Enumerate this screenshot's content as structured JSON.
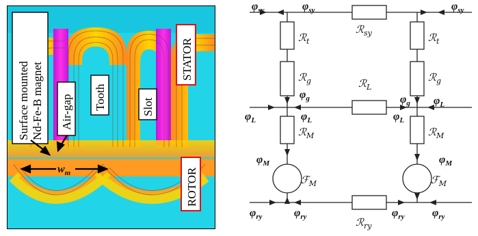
{
  "left_panel": {
    "labels": {
      "magnet": "Surface mounted Nd-Fe-B magnet",
      "airgap": "Air-gap",
      "tooth": "Tooth",
      "slot": "Slot",
      "stator": "STATOR",
      "rotor": "ROTOR",
      "wm": "w",
      "wm_sub": "m"
    },
    "colors": {
      "background": "#22d4e8",
      "flux_orange": "#ff9a22",
      "flux_yellow": "#ffd500",
      "flux_magenta": "#e028d8",
      "label_border_red": "#e01010"
    }
  },
  "circuit": {
    "flux": {
      "phi": "φ",
      "sy": "sy",
      "g": "g",
      "L": "L",
      "M": "M",
      "ry": "ry"
    },
    "reluctance": {
      "R": "ℛ",
      "sy": "sy",
      "t": "t",
      "g": "g",
      "L": "L",
      "M": "M",
      "ry": "ry"
    },
    "mmf": {
      "F": "ℱ",
      "M": "M"
    }
  }
}
